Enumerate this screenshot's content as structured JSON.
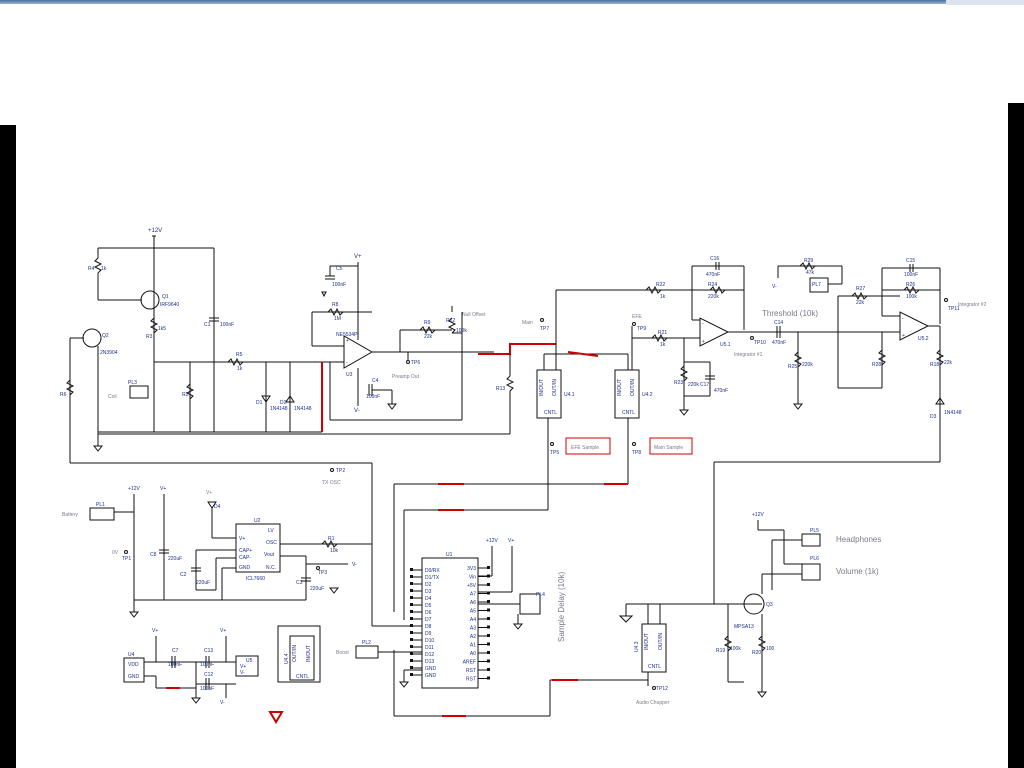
{
  "supply": {
    "p12v": "+12V",
    "vplus": "V+",
    "vminus": "V-"
  },
  "components": {
    "r4": "R4",
    "r4v": "1k",
    "q1": "Q1",
    "q1v": "IRF9640",
    "q2": "Q2",
    "q2v": "2N3904",
    "r3": "R3",
    "r3v": "1k5",
    "c1": "C1",
    "c1v": "100nF",
    "r5": "R5",
    "r5v": "1k",
    "r6": "R6",
    "r2": "R2",
    "d1": "D1",
    "d1v": "1N4148",
    "d2": "D2",
    "d2v": "1N4148",
    "pl3": "PL3",
    "coil": "Coil",
    "c5": "C5",
    "c5v": "100nF",
    "r8": "R8",
    "r8v": "1M",
    "u3": "U3",
    "u3v": "NE5534P",
    "c4": "C4",
    "c4v": "100nF",
    "r9": "R9",
    "r9v": "22k",
    "r12": "R12",
    "r12v": "100k",
    "null_offset": "Null Offset",
    "tp6": "TP6",
    "preamp_out": "Preamp Out",
    "r13": "R13",
    "tp7": "TP7",
    "main": "Main",
    "u41": "U4.1",
    "u42": "U4.2",
    "efe": "EFE",
    "tp9": "TP9",
    "r22": "R22",
    "r22v": "1k",
    "r21": "R21",
    "r21v": "1k",
    "c16": "C16",
    "c16v": "470nF",
    "r24": "R24",
    "r24v": "220k",
    "r23": "R23",
    "r23v": "220k",
    "c17": "C17",
    "c17v": "470nF",
    "u51": "U5.1",
    "integrator1": "Integrator #1",
    "tp10": "TP10",
    "c14": "C14",
    "c14v": "470nF",
    "r25": "R25",
    "r25v": "220k",
    "r29": "R29",
    "r29v": "47k",
    "pl7": "PL7",
    "threshold": "Threshold (10k)",
    "r27": "R27",
    "r27v": "22k",
    "c15": "C15",
    "c15v": "100nF",
    "r26": "R26",
    "r26v": "100k",
    "r28": "R28",
    "u52": "U5.2",
    "tp11": "TP11",
    "integrator2": "Integrator #2",
    "r18": "R18",
    "r18v": "22k",
    "d3": "D3",
    "d3v": "1N4148",
    "tp5": "TP5",
    "efe_sample": "EFE Sample",
    "tp8": "TP8",
    "main_sample": "Main Sample",
    "tp2": "TP2",
    "tx_osc": "TX OSC",
    "pl1": "PL1",
    "battery": "Battery",
    "tp1": "TP1",
    "zerov": "0V",
    "c8": "C8",
    "c8v": "220uF",
    "d4": "D4",
    "u2": "U2",
    "u2v": "ICL7660",
    "c2": "C2",
    "c2v": "220uF",
    "c3": "C3",
    "c3v": "220uF",
    "r1": "R1",
    "r1v": "10k",
    "tp3": "TP3",
    "u1": "U1",
    "u1_pins_left": [
      "D0/RX",
      "D1/TX",
      "D2",
      "D3",
      "D4",
      "D5",
      "D6",
      "D7",
      "D8",
      "D9",
      "D10",
      "D11",
      "D12",
      "D13",
      "GND",
      "GND"
    ],
    "u1_pins_right": [
      "3V3",
      "Vin",
      "+5V",
      "A7",
      "A6",
      "A5",
      "A4",
      "A3",
      "A2",
      "A1",
      "A0",
      "AREF",
      "RST",
      "RST"
    ],
    "pl4": "PL4",
    "sample_delay": "Sample Delay (10k)",
    "pl2": "PL2",
    "boost": "Boost",
    "u4": "U4",
    "vdd": "VDD",
    "gnd": "GND",
    "c7": "C7",
    "c7v": "100nF",
    "c13": "C13",
    "c13v": "100nF",
    "c12": "C12",
    "c12v": "100nF",
    "u5": "U5",
    "u44": "U4.4",
    "u43": "U4.3",
    "tp12": "TP12",
    "audio_chopper": "Audio Chopper",
    "pl5": "PL5",
    "headphones": "Headphones",
    "pl6": "PL6",
    "volume": "Volume (1k)",
    "q3": "Q3",
    "q3v": "MPSA13",
    "r19": "R19",
    "r19v": "100k",
    "r20": "R20",
    "r20v": "100",
    "switch_in": "IN/OUT",
    "switch_out": "OUT/IN",
    "switch_ctl": "CNTL",
    "u2_pins": [
      "V+",
      "CAP+",
      "CAP-",
      "GND",
      "LV",
      "OSC",
      "Vout",
      "N.C."
    ]
  }
}
